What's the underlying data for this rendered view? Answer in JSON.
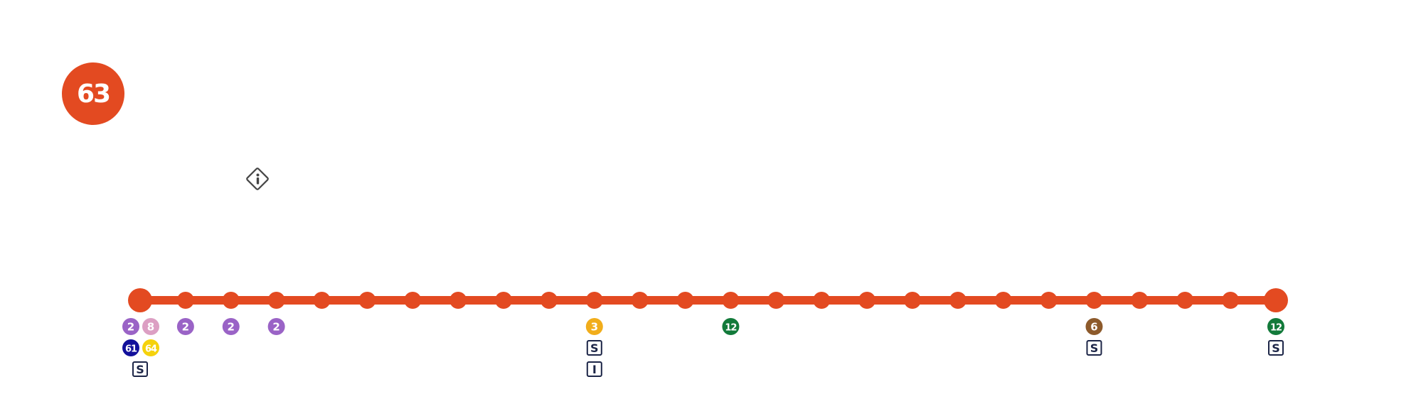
{
  "line": {
    "number": "63",
    "color": "#e34a21"
  },
  "info_icon": {
    "name": "info-icon"
  },
  "route": {
    "stop_count": 26,
    "connections": [
      {
        "stop": 1,
        "badges": [
          {
            "kind": "round",
            "label": "2",
            "color": "#9a63c6",
            "text_color": "#ffffff"
          },
          {
            "kind": "round",
            "label": "8",
            "color": "#dc9fc3",
            "text_color": "#ffffff"
          },
          {
            "kind": "round",
            "label": "61",
            "color": "#12109b",
            "text_color": "#ffffff"
          },
          {
            "kind": "round",
            "label": "64",
            "color": "#f5d20c",
            "text_color": "#ffffff"
          },
          {
            "kind": "square",
            "label": "S",
            "color": "#1c2547"
          }
        ]
      },
      {
        "stop": 2,
        "badges": [
          {
            "kind": "round",
            "label": "2",
            "color": "#9a63c6",
            "text_color": "#ffffff"
          }
        ]
      },
      {
        "stop": 3,
        "badges": [
          {
            "kind": "round",
            "label": "2",
            "color": "#9a63c6",
            "text_color": "#ffffff"
          }
        ]
      },
      {
        "stop": 4,
        "badges": [
          {
            "kind": "round",
            "label": "2",
            "color": "#9a63c6",
            "text_color": "#ffffff"
          }
        ]
      },
      {
        "stop": 11,
        "badges": [
          {
            "kind": "round",
            "label": "3",
            "color": "#f1ad1b",
            "text_color": "#ffffff"
          },
          {
            "kind": "square",
            "label": "S",
            "color": "#1c2547"
          },
          {
            "kind": "square",
            "label": "I",
            "color": "#1c2547"
          }
        ]
      },
      {
        "stop": 14,
        "badges": [
          {
            "kind": "round",
            "label": "12",
            "color": "#127a3a",
            "text_color": "#ffffff"
          }
        ]
      },
      {
        "stop": 22,
        "badges": [
          {
            "kind": "round",
            "label": "6",
            "color": "#8d5a2b",
            "text_color": "#ffffff"
          },
          {
            "kind": "square",
            "label": "S",
            "color": "#1c2547"
          }
        ]
      },
      {
        "stop": 26,
        "badges": [
          {
            "kind": "round",
            "label": "12",
            "color": "#127a3a",
            "text_color": "#ffffff"
          },
          {
            "kind": "square",
            "label": "S",
            "color": "#1c2547"
          }
        ]
      }
    ]
  }
}
